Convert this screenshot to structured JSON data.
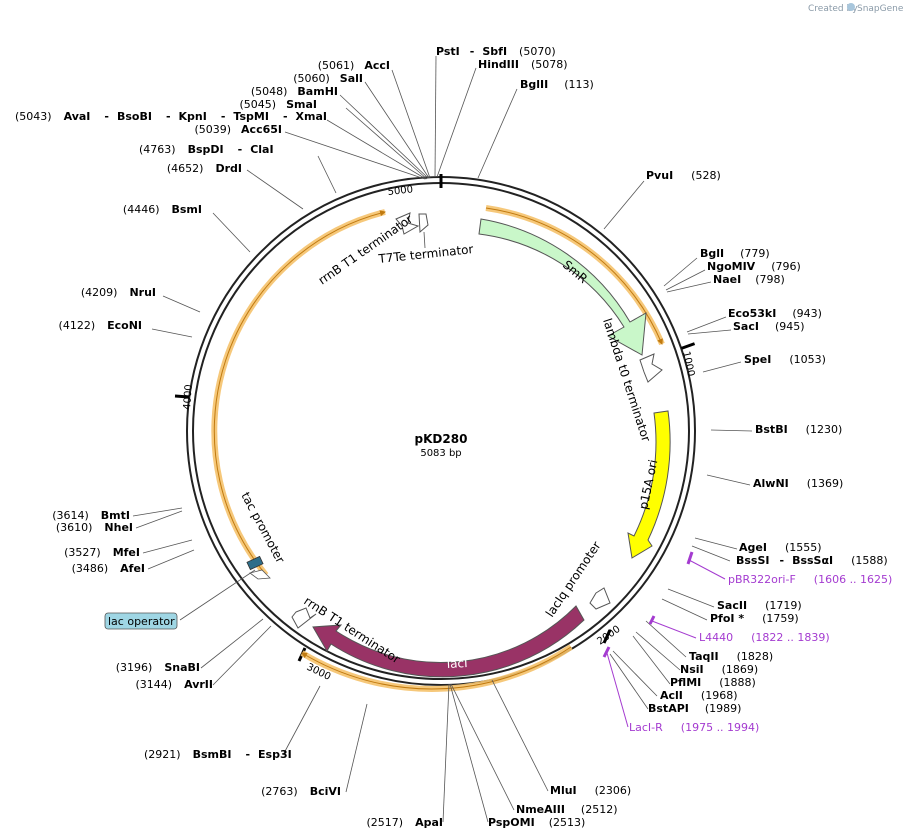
{
  "brand": {
    "created_by": "Created by",
    "name": "SnapGene"
  },
  "plasmid": {
    "name": "pKD280",
    "length": "5083 bp"
  },
  "ticks": [
    "1000",
    "2000",
    "3000",
    "4000",
    "5000"
  ],
  "features": {
    "smr": "SmR",
    "lambda_t0": "lambda t0 terminator",
    "p15a_ori": "p15A ori",
    "laciq_promoter": "lacIq promoter",
    "laci": "lacI",
    "rrnb_t1_lower": "rrnB T1 terminator",
    "tac_promoter": "tac promoter",
    "lac_operator": "lac operator",
    "rrnb_t1_upper": "rrnB T1 terminator",
    "t7te": "T7Te terminator"
  },
  "sites": {
    "psti": {
      "name": "PstI",
      "sep": "-",
      "name2": "SbfI",
      "pos": "(5070)"
    },
    "hindiii": {
      "name": "HindIII",
      "pos": "(5078)"
    },
    "bglii": {
      "name": "BglII",
      "pos": "(113)"
    },
    "pvui": {
      "name": "PvuI",
      "pos": "(528)"
    },
    "bgli": {
      "name": "BglI",
      "pos": "(779)"
    },
    "ngomiv": {
      "name": "NgoMIV",
      "pos": "(796)"
    },
    "naei": {
      "name": "NaeI",
      "pos": "(798)"
    },
    "eco53ki": {
      "name": "Eco53kI",
      "pos": "(943)"
    },
    "saci": {
      "name": "SacI",
      "pos": "(945)"
    },
    "spei": {
      "name": "SpeI",
      "pos": "(1053)"
    },
    "bstbi": {
      "name": "BstBI",
      "pos": "(1230)"
    },
    "alwni": {
      "name": "AlwNI",
      "pos": "(1369)"
    },
    "agei": {
      "name": "AgeI",
      "pos": "(1555)"
    },
    "bsssi": {
      "name": "BssSI",
      "sep": "-",
      "name2": "BssSαI",
      "pos": "(1588)"
    },
    "sacii": {
      "name": "SacII",
      "pos": "(1719)"
    },
    "pfoi": {
      "name": "PfoI *",
      "pos": "(1759)"
    },
    "taqii": {
      "name": "TaqII",
      "pos": "(1828)"
    },
    "nsii": {
      "name": "NsiI",
      "pos": "(1869)"
    },
    "pflmi": {
      "name": "PflMI",
      "pos": "(1888)"
    },
    "acli": {
      "name": "AclI",
      "pos": "(1968)"
    },
    "bstapi": {
      "name": "BstAPI",
      "pos": "(1989)"
    },
    "mlui": {
      "name": "MluI",
      "pos": "(2306)"
    },
    "nmeaiii": {
      "name": "NmeAIII",
      "pos": "(2512)"
    },
    "pspomi": {
      "name": "PspOMI",
      "pos": "(2513)"
    },
    "apai": {
      "name": "ApaI",
      "pos": "(2517)"
    },
    "bcivi": {
      "name": "BciVI",
      "pos": "(2763)"
    },
    "bsmbi": {
      "name": "BsmBI",
      "sep": "-",
      "name2": "Esp3I",
      "pos": "(2921)"
    },
    "avrii": {
      "name": "AvrII",
      "pos": "(3144)"
    },
    "snabi": {
      "name": "SnaBI",
      "pos": "(3196)"
    },
    "afei": {
      "name": "AfeI",
      "pos": "(3486)"
    },
    "mfei": {
      "name": "MfeI",
      "pos": "(3527)"
    },
    "nhei": {
      "name": "NheI",
      "pos": "(3610)"
    },
    "bmti": {
      "name": "BmtI",
      "pos": "(3614)"
    },
    "econi": {
      "name": "EcoNI",
      "pos": "(4122)"
    },
    "nrui": {
      "name": "NruI",
      "pos": "(4209)"
    },
    "bsmi": {
      "name": "BsmI",
      "pos": "(4446)"
    },
    "drdi": {
      "name": "DrdI",
      "pos": "(4652)"
    },
    "bspdi": {
      "name": "BspDI",
      "sep": "-",
      "name2": "ClaI",
      "pos": "(4763)"
    },
    "acc65i": {
      "name": "Acc65I",
      "pos": "(5039)"
    },
    "avai": {
      "name": "AvaI",
      "sep": "-",
      "name2": "BsoBI",
      "sep2": "-",
      "name3": "KpnI",
      "sep3": "-",
      "name4": "TspMI",
      "sep4": "-",
      "name5": "XmaI",
      "pos": "(5043)"
    },
    "smai": {
      "name": "SmaI",
      "pos": "(5045)"
    },
    "bamhi": {
      "name": "BamHI",
      "pos": "(5048)"
    },
    "sali": {
      "name": "SalI",
      "pos": "(5060)"
    },
    "acci": {
      "name": "AccI",
      "pos": "(5061)"
    }
  },
  "primers": {
    "pbr322ori_f": {
      "name": "pBR322ori-F",
      "range": "(1606 .. 1625)"
    },
    "l4440": {
      "name": "L4440",
      "range": "(1822 .. 1839)"
    },
    "laci_r": {
      "name": "LacI-R",
      "range": "(1975 .. 1994)"
    }
  },
  "colors": {
    "smr": "#c9f7c9",
    "p15a_ori": "#ffff00",
    "laci": "#993366",
    "orange_arc": "#f5a623",
    "primer": "#a43bd0",
    "lac_operator": "#9fd6e4",
    "backbone": "#222222"
  }
}
